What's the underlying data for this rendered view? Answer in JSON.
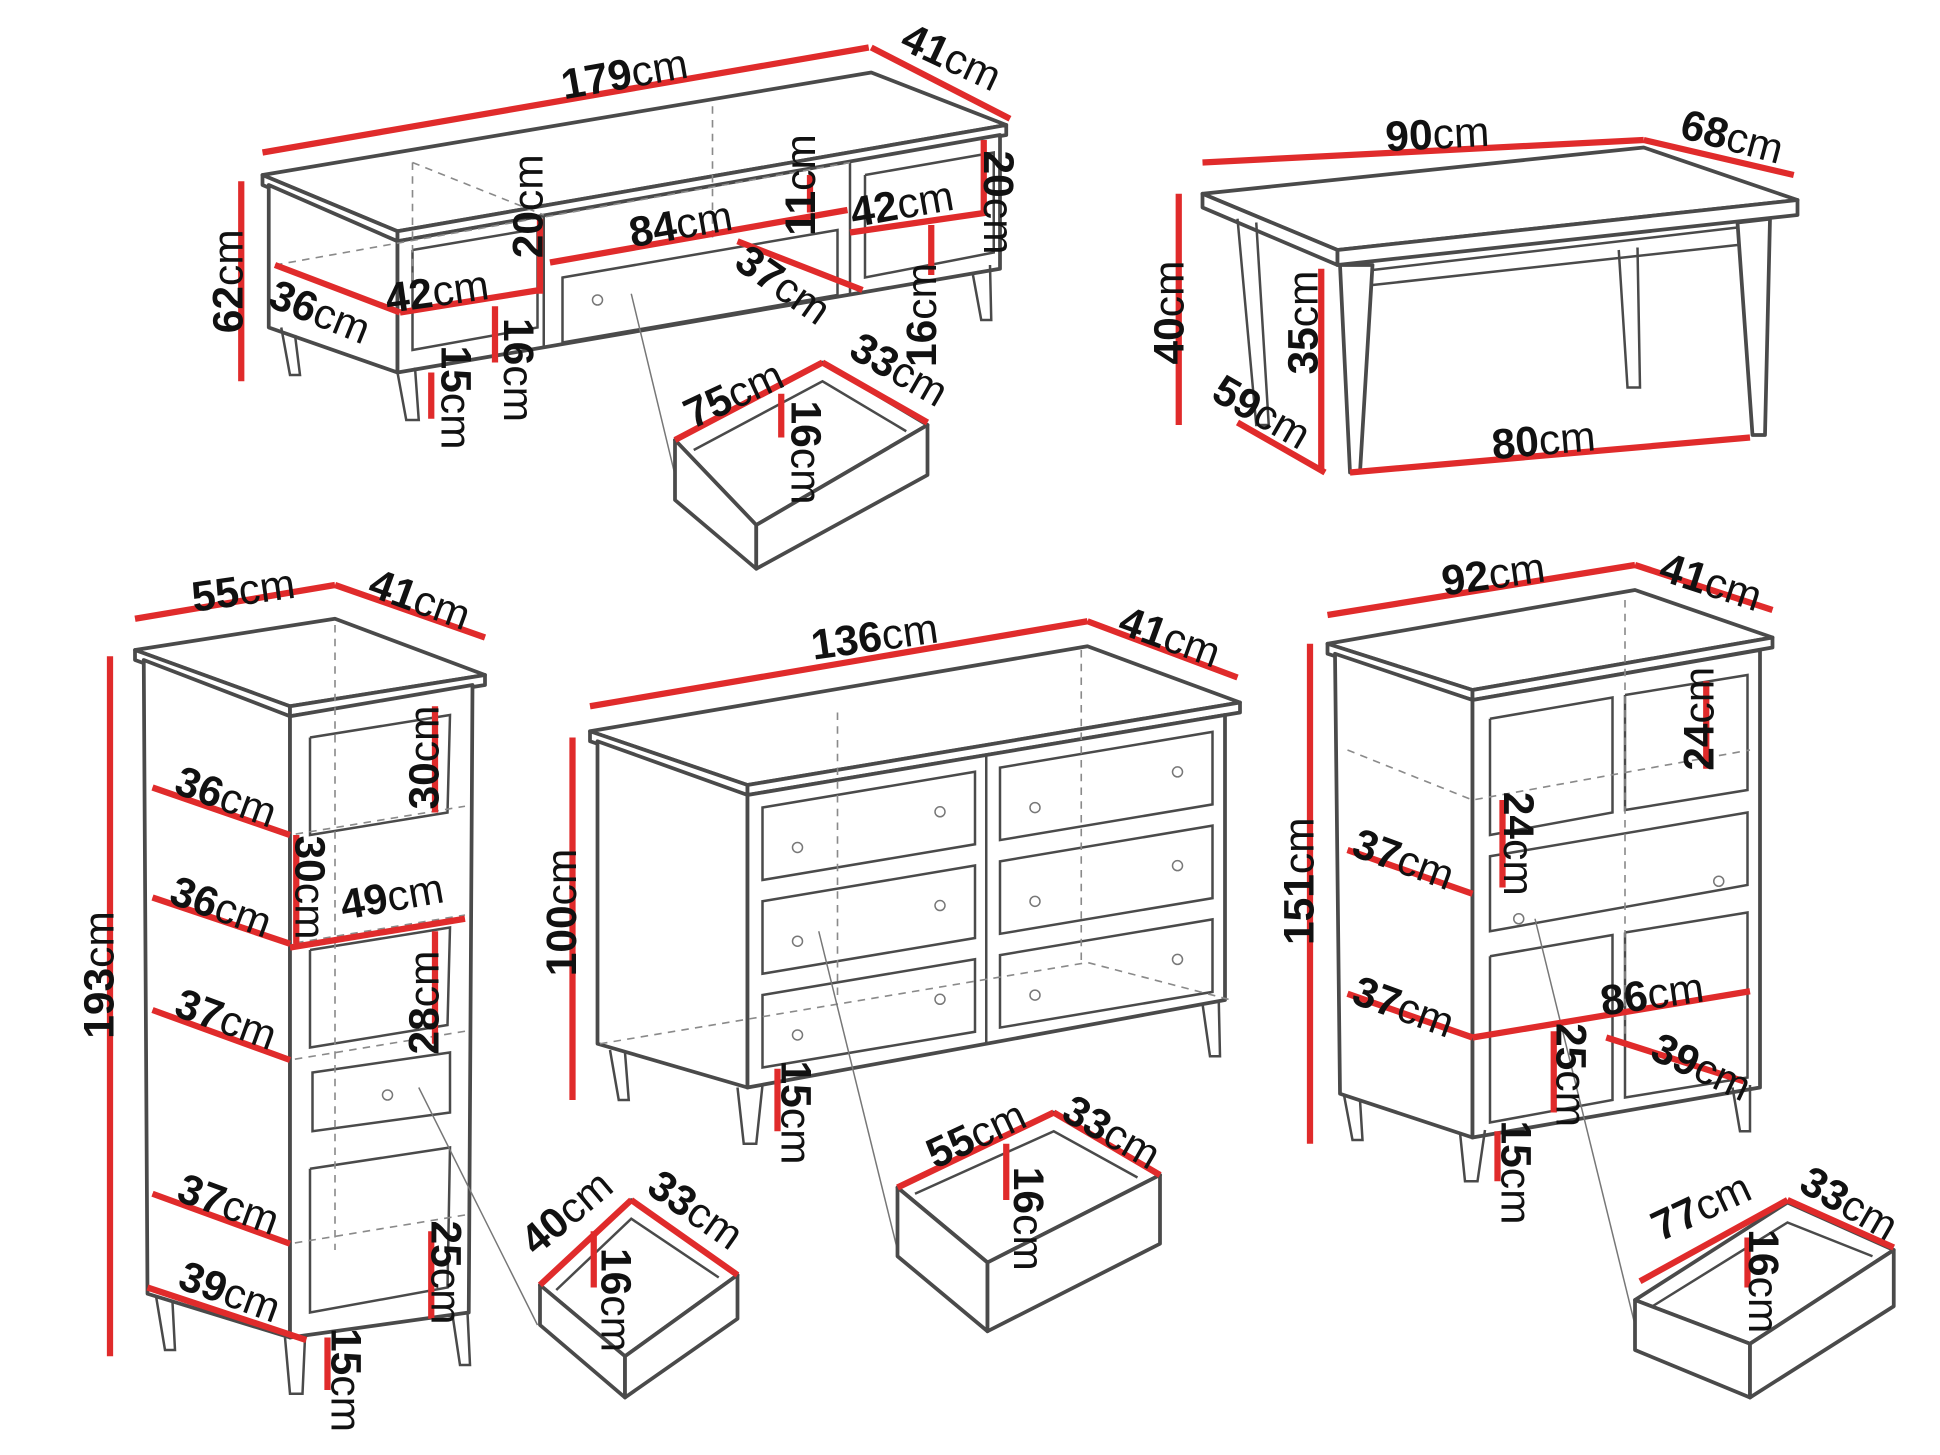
{
  "unit": "cm",
  "tv_stand": {
    "width": "179",
    "depth": "41",
    "height": "62",
    "left_depth": "36",
    "left_shelf_width": "42",
    "left_shelf_height": "20",
    "left_drawer_height": "16",
    "leg_height": "15",
    "middle_width": "84",
    "middle_top_height": "11",
    "middle_depth": "37",
    "right_width": "42",
    "right_height": "20",
    "right_drawer_height": "16",
    "drawer": {
      "width": "75",
      "depth": "33",
      "height": "16"
    }
  },
  "coffee_table": {
    "width": "90",
    "depth": "68",
    "height": "40",
    "leg_clearance": "35",
    "inner_depth": "59",
    "inner_width": "80"
  },
  "tall_cabinet": {
    "width": "55",
    "depth": "41",
    "height": "193",
    "shelf1_depth": "36",
    "shelf1_height": "30",
    "glass_height": "30",
    "shelf2_depth": "36",
    "inner_width": "49",
    "shelf2_height": "28",
    "shelf3_depth": "37",
    "shelf4_depth": "37",
    "bottom_height": "25",
    "bottom_depth": "39",
    "leg_height": "15",
    "drawer": {
      "width": "40",
      "depth": "33",
      "height": "16"
    }
  },
  "dresser": {
    "width": "136",
    "depth": "41",
    "height": "100",
    "leg_height": "15",
    "drawer": {
      "width": "55",
      "depth": "33",
      "height": "16"
    }
  },
  "sideboard": {
    "width": "92",
    "depth": "41",
    "height": "151",
    "top_right_height": "24",
    "top_left_height": "24",
    "shelf1_depth": "37",
    "shelf2_depth": "37",
    "inner_width": "86",
    "bottom_depth": "39",
    "bottom_height": "25",
    "leg_height": "15",
    "drawer": {
      "width": "77",
      "depth": "33",
      "height": "16"
    }
  }
}
